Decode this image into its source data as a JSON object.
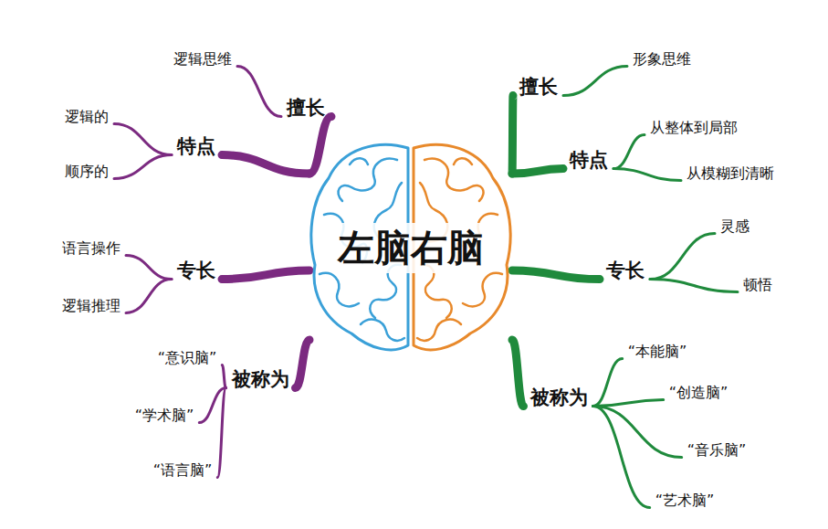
{
  "diagram": {
    "nodes": [
      {
        "text": [
          "左脑右脑"
        ]
      },
      {
        "text": [
          "擅长"
        ]
      },
      {
        "text": [
          "逻辑思维"
        ]
      },
      {
        "text": [
          "特点"
        ]
      },
      {
        "text": [
          "逻辑的"
        ]
      },
      {
        "text": [
          "顺序的"
        ]
      },
      {
        "text": [
          "专长"
        ]
      },
      {
        "text": [
          "语言操作"
        ]
      },
      {
        "text": [
          "逻辑推理"
        ]
      },
      {
        "text": [
          "被称为"
        ]
      },
      {
        "text": [
          "“意识脑”"
        ]
      },
      {
        "text": [
          "“学术脑”"
        ]
      },
      {
        "text": [
          "“语言脑”"
        ]
      },
      {
        "text": [
          "擅长"
        ]
      },
      {
        "text": [
          "形象思维"
        ]
      },
      {
        "text": [
          "特点"
        ]
      },
      {
        "text": [
          "从整体到局部"
        ]
      },
      {
        "text": [
          "从模糊到清晰"
        ]
      },
      {
        "text": [
          "专长"
        ]
      },
      {
        "text": [
          "灵感"
        ]
      },
      {
        "text": [
          "顿悟"
        ]
      },
      {
        "text": [
          "被称为"
        ]
      },
      {
        "text": [
          "“本能脑”"
        ]
      },
      {
        "text": [
          "“创造脑”"
        ]
      },
      {
        "text": [
          "“音乐脑”"
        ]
      },
      {
        "text": [
          "“艺术脑”"
        ]
      }
    ],
    "edges": [
      {
        "from": 0,
        "to": 1,
        "arrow": "none"
      },
      {
        "from": 1,
        "to": 2,
        "arrow": "none"
      },
      {
        "from": 0,
        "to": 3,
        "arrow": "none"
      },
      {
        "from": 3,
        "to": 4,
        "arrow": "none"
      },
      {
        "from": 3,
        "to": 5,
        "arrow": "none"
      },
      {
        "from": 0,
        "to": 6,
        "arrow": "none"
      },
      {
        "from": 6,
        "to": 7,
        "arrow": "none"
      },
      {
        "from": 6,
        "to": 8,
        "arrow": "none"
      },
      {
        "from": 0,
        "to": 9,
        "arrow": "none"
      },
      {
        "from": 9,
        "to": 10,
        "arrow": "none"
      },
      {
        "from": 9,
        "to": 11,
        "arrow": "none"
      },
      {
        "from": 9,
        "to": 12,
        "arrow": "none"
      },
      {
        "from": 0,
        "to": 13,
        "arrow": "none"
      },
      {
        "from": 13,
        "to": 14,
        "arrow": "none"
      },
      {
        "from": 0,
        "to": 15,
        "arrow": "none"
      },
      {
        "from": 15,
        "to": 16,
        "arrow": "none"
      },
      {
        "from": 15,
        "to": 17,
        "arrow": "none"
      },
      {
        "from": 0,
        "to": 18,
        "arrow": "none"
      },
      {
        "from": 18,
        "to": 19,
        "arrow": "none"
      },
      {
        "from": 18,
        "to": 20,
        "arrow": "none"
      },
      {
        "from": 0,
        "to": 21,
        "arrow": "none"
      },
      {
        "from": 21,
        "to": 22,
        "arrow": "none"
      },
      {
        "from": 21,
        "to": 23,
        "arrow": "none"
      },
      {
        "from": 21,
        "to": 24,
        "arrow": "none"
      },
      {
        "from": 21,
        "to": 25,
        "arrow": "none"
      }
    ]
  }
}
